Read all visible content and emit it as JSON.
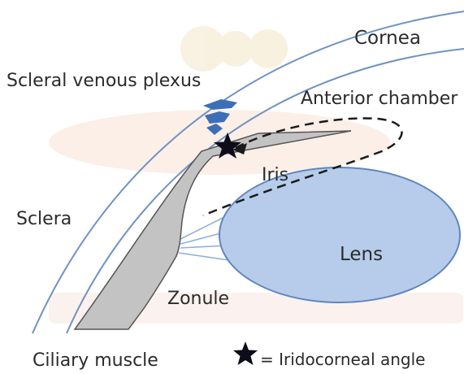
{
  "labels": {
    "cornea": "Cornea",
    "scleral_venous_plexus": "Scleral venous plexus",
    "anterior_chamber": "Anterior chamber",
    "iris": "Iris",
    "sclera": "Sclera",
    "lens": "Lens",
    "zonule": "Zonule",
    "ciliary_muscle": "Ciliary muscle",
    "legend": "= Iridocorneal  angle"
  },
  "colors": {
    "outline": "#6f93c2",
    "lens_fill": "#b6ccea",
    "lens_edge": "#5f86bd",
    "ciliary_fill": "#c3c3c3",
    "plexus": "#3d6fb8",
    "star": "#0d0d1a",
    "watermark": "#f2d9c6"
  },
  "legend_icon": "star-icon"
}
